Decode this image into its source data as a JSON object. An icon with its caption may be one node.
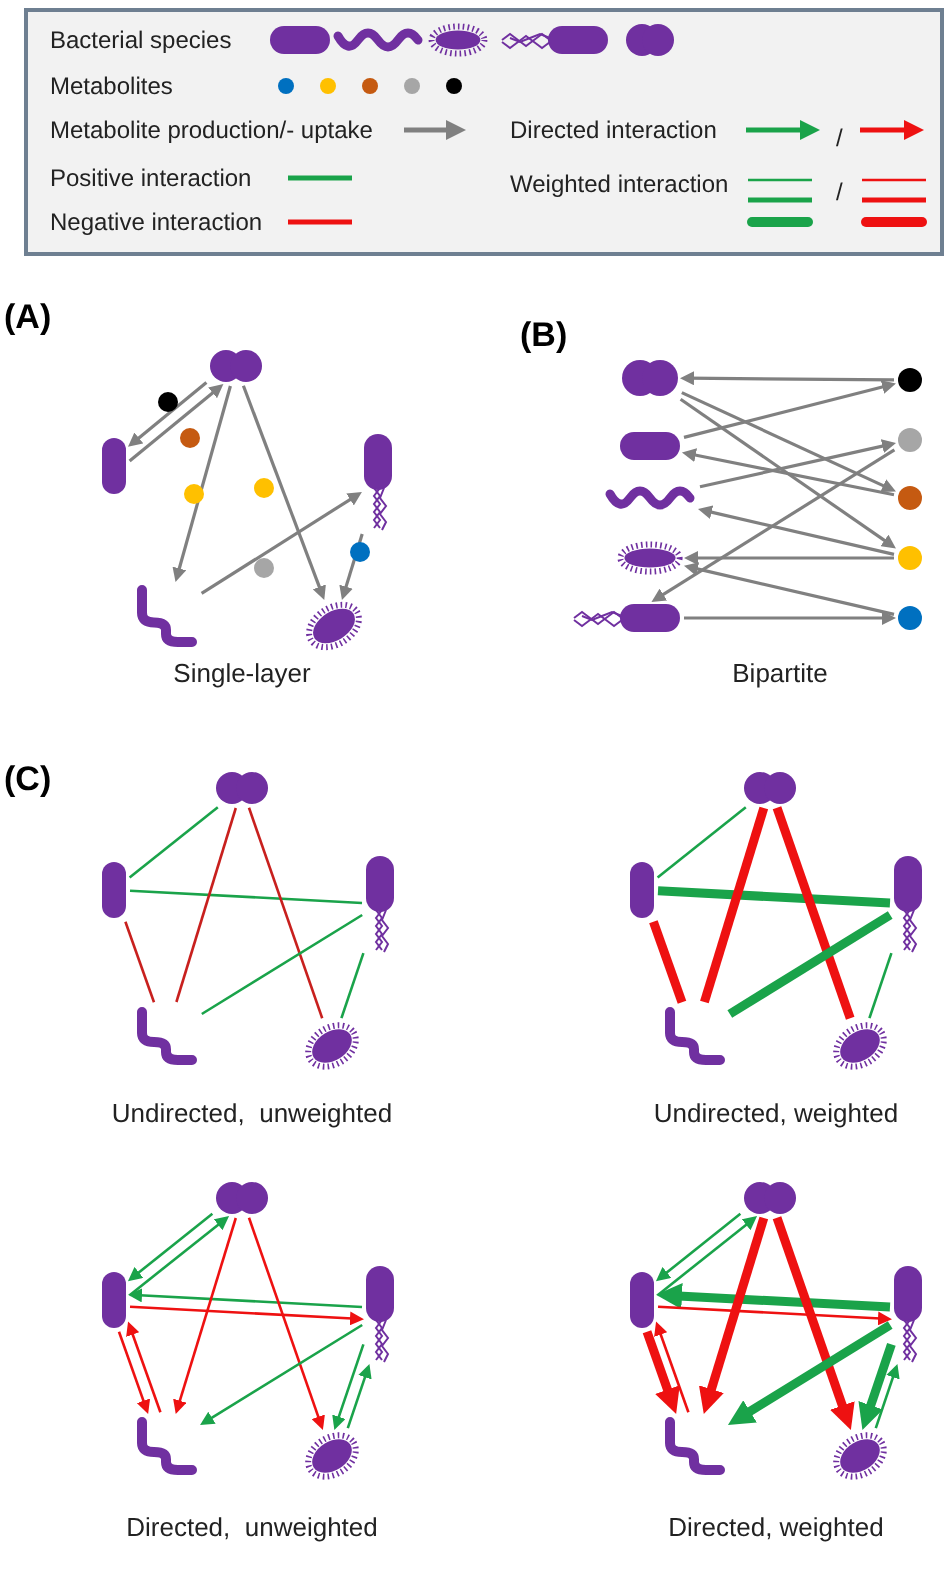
{
  "diagram": {
    "nodes": [
      {
        "text": [],
        "shape": "bacterium"
      },
      {
        "text": [],
        "shape": "bacterium"
      },
      {
        "text": [],
        "shape": "bacterium"
      },
      {
        "text": [],
        "shape": "bacterium"
      },
      {
        "text": [],
        "shape": "bacterium"
      },
      {
        "text": [],
        "shape": "circle"
      },
      {
        "text": [],
        "shape": "circle"
      },
      {
        "text": [],
        "shape": "circle"
      },
      {
        "text": [],
        "shape": "circle"
      },
      {
        "text": [],
        "shape": "circle"
      },
      {
        "text": [],
        "shape": "circle"
      },
      {
        "text": [],
        "shape": "bacterium"
      },
      {
        "text": [],
        "shape": "bacterium"
      },
      {
        "text": [],
        "shape": "bacterium"
      },
      {
        "text": [],
        "shape": "bacterium"
      },
      {
        "text": [],
        "shape": "bacterium"
      },
      {
        "text": [],
        "shape": "circle"
      },
      {
        "text": [],
        "shape": "circle"
      },
      {
        "text": [],
        "shape": "circle"
      },
      {
        "text": [],
        "shape": "circle"
      },
      {
        "text": [],
        "shape": "circle"
      },
      {
        "text": [],
        "shape": "bacterium"
      },
      {
        "text": [],
        "shape": "bacterium"
      },
      {
        "text": [],
        "shape": "bacterium"
      },
      {
        "text": [],
        "shape": "bacterium"
      },
      {
        "text": [],
        "shape": "bacterium"
      },
      {
        "text": [],
        "shape": "bacterium"
      },
      {
        "text": [],
        "shape": "bacterium"
      },
      {
        "text": [],
        "shape": "bacterium"
      },
      {
        "text": [],
        "shape": "bacterium"
      },
      {
        "text": [],
        "shape": "bacterium"
      },
      {
        "text": [],
        "shape": "bacterium"
      },
      {
        "text": [],
        "shape": "bacterium"
      },
      {
        "text": [],
        "shape": "bacterium"
      },
      {
        "text": [],
        "shape": "bacterium"
      },
      {
        "text": [],
        "shape": "bacterium"
      },
      {
        "text": [],
        "shape": "bacterium"
      },
      {
        "text": [],
        "shape": "bacterium"
      },
      {
        "text": [],
        "shape": "bacterium"
      },
      {
        "text": [],
        "shape": "bacterium"
      },
      {
        "text": [],
        "shape": "bacterium"
      }
    ],
    "edges": [
      {
        "from": 1,
        "to": 0,
        "arrow": "to",
        "color": "#808080"
      },
      {
        "from": 0,
        "to": 1,
        "arrow": "to",
        "color": "#808080"
      },
      {
        "from": 0,
        "to": 3,
        "arrow": "to",
        "color": "#808080"
      },
      {
        "from": 0,
        "to": 4,
        "arrow": "to",
        "color": "#808080"
      },
      {
        "from": 3,
        "to": 2,
        "arrow": "to",
        "color": "#808080"
      },
      {
        "from": 2,
        "to": 4,
        "arrow": "to",
        "color": "#808080"
      },
      {
        "from": 16,
        "to": 11,
        "arrow": "to",
        "color": "#808080"
      },
      {
        "from": 12,
        "to": 16,
        "arrow": "to",
        "color": "#808080"
      },
      {
        "from": 11,
        "to": 18,
        "arrow": "to",
        "color": "#808080"
      },
      {
        "from": 11,
        "to": 19,
        "arrow": "to",
        "color": "#808080"
      },
      {
        "from": 18,
        "to": 12,
        "arrow": "to",
        "color": "#808080"
      },
      {
        "from": 13,
        "to": 17,
        "arrow": "to",
        "color": "#808080"
      },
      {
        "from": 19,
        "to": 13,
        "arrow": "to",
        "color": "#808080"
      },
      {
        "from": 19,
        "to": 14,
        "arrow": "to",
        "color": "#808080"
      },
      {
        "from": 20,
        "to": 14,
        "arrow": "to",
        "color": "#808080"
      },
      {
        "from": 17,
        "to": 15,
        "arrow": "to",
        "color": "#808080"
      },
      {
        "from": 15,
        "to": 20,
        "arrow": "to",
        "color": "#808080"
      },
      {
        "from": 21,
        "to": 22,
        "arrow": "none",
        "color": "#1aa34a"
      },
      {
        "from": 22,
        "to": 23,
        "arrow": "none",
        "color": "#1aa34a"
      },
      {
        "from": 21,
        "to": 24,
        "arrow": "none",
        "color": "#c8201e"
      },
      {
        "from": 21,
        "to": 25,
        "arrow": "none",
        "color": "#c8201e"
      },
      {
        "from": 22,
        "to": 24,
        "arrow": "none",
        "color": "#c8201e"
      },
      {
        "from": 23,
        "to": 24,
        "arrow": "none",
        "color": "#1aa34a"
      },
      {
        "from": 23,
        "to": 25,
        "arrow": "none",
        "color": "#1aa34a"
      },
      {
        "from": 26,
        "to": 27,
        "arrow": "none",
        "color": "#1aa34a"
      },
      {
        "from": 27,
        "to": 28,
        "arrow": "none",
        "style": "thick",
        "color": "#1aa34a"
      },
      {
        "from": 26,
        "to": 29,
        "arrow": "none",
        "style": "thick",
        "color": "#ee1111"
      },
      {
        "from": 26,
        "to": 30,
        "arrow": "none",
        "style": "thick",
        "color": "#ee1111"
      },
      {
        "from": 27,
        "to": 29,
        "arrow": "none",
        "style": "thick",
        "color": "#ee1111"
      },
      {
        "from": 28,
        "to": 29,
        "arrow": "none",
        "style": "thick",
        "color": "#1aa34a"
      },
      {
        "from": 28,
        "to": 30,
        "arrow": "none",
        "color": "#1aa34a"
      },
      {
        "from": 32,
        "to": 31,
        "arrow": "to",
        "color": "#1aa34a"
      },
      {
        "from": 31,
        "to": 32,
        "arrow": "to",
        "color": "#1aa34a"
      },
      {
        "from": 33,
        "to": 32,
        "arrow": "to",
        "color": "#1aa34a"
      },
      {
        "from": 32,
        "to": 33,
        "arrow": "to",
        "color": "#ee1111"
      },
      {
        "from": 31,
        "to": 34,
        "arrow": "to",
        "color": "#ee1111"
      },
      {
        "from": 31,
        "to": 35,
        "arrow": "to",
        "color": "#ee1111"
      },
      {
        "from": 32,
        "to": 34,
        "arrow": "to",
        "color": "#ee1111"
      },
      {
        "from": 34,
        "to": 32,
        "arrow": "to",
        "color": "#ee1111"
      },
      {
        "from": 33,
        "to": 34,
        "arrow": "to",
        "color": "#1aa34a"
      },
      {
        "from": 33,
        "to": 35,
        "arrow": "to",
        "color": "#1aa34a"
      },
      {
        "from": 35,
        "to": 33,
        "arrow": "to",
        "color": "#1aa34a"
      },
      {
        "from": 37,
        "to": 36,
        "arrow": "to",
        "color": "#1aa34a"
      },
      {
        "from": 36,
        "to": 37,
        "arrow": "to",
        "color": "#1aa34a"
      },
      {
        "from": 38,
        "to": 37,
        "arrow": "to",
        "style": "thick",
        "color": "#1aa34a"
      },
      {
        "from": 37,
        "to": 38,
        "arrow": "to",
        "color": "#ee1111"
      },
      {
        "from": 36,
        "to": 39,
        "arrow": "to",
        "style": "thick",
        "color": "#ee1111"
      },
      {
        "from": 36,
        "to": 40,
        "arrow": "to",
        "style": "thick",
        "color": "#ee1111"
      },
      {
        "from": 37,
        "to": 39,
        "arrow": "to",
        "style": "thick",
        "color": "#ee1111"
      },
      {
        "from": 39,
        "to": 37,
        "arrow": "to",
        "color": "#ee1111"
      },
      {
        "from": 38,
        "to": 39,
        "arrow": "to",
        "style": "thick",
        "color": "#1aa34a"
      },
      {
        "from": 38,
        "to": 40,
        "arrow": "to",
        "style": "thick",
        "color": "#1aa34a"
      },
      {
        "from": 40,
        "to": 38,
        "arrow": "to",
        "color": "#1aa34a"
      }
    ],
    "labels": [
      "/",
      "/",
      "(A)",
      "(B)",
      "Single-layer",
      "Bipartite",
      "(C)",
      "Undirected,  unweighted",
      "Undirected, weighted",
      "Directed,  unweighted",
      "Directed, weighted"
    ],
    "legend": [
      {
        "text": "Bacterial species"
      },
      {
        "text": "Metabolites"
      },
      {
        "text": "Metabolite production/- uptake"
      },
      {
        "text": "Directed interaction"
      },
      {
        "text": "Positive interaction"
      },
      {
        "text": "Weighted interaction"
      },
      {
        "text": "Negative interaction"
      }
    ]
  }
}
